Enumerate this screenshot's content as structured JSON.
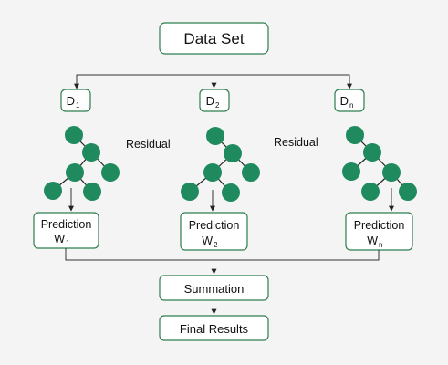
{
  "diagram": {
    "dataset": {
      "label": "Data Set"
    },
    "subsets": [
      {
        "base": "D",
        "sub": "1"
      },
      {
        "base": "D",
        "sub": "2"
      },
      {
        "base": "D",
        "sub": "n"
      }
    ],
    "residual_labels": [
      "Residual",
      "Residual"
    ],
    "predictions": [
      {
        "title": "Prediction",
        "weight_base": "W",
        "weight_sub": "1"
      },
      {
        "title": "Prediction",
        "weight_base": "W",
        "weight_sub": "2"
      },
      {
        "title": "Prediction",
        "weight_base": "W",
        "weight_sub": "n"
      }
    ],
    "summation": {
      "label": "Summation"
    },
    "final": {
      "label": "Final Results"
    }
  },
  "colors": {
    "node_fill": "#1e8a5e",
    "box_border": "#2e7d4f",
    "background": "#f4f4f4"
  }
}
